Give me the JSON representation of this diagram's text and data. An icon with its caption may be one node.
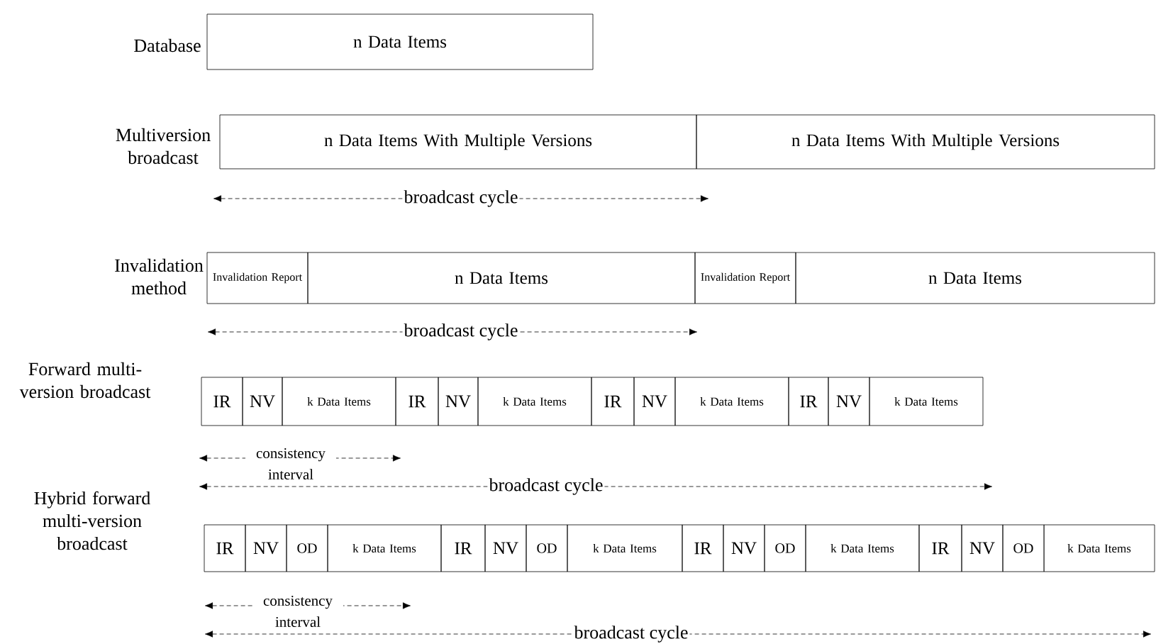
{
  "diagram": {
    "nodes": [
      {
        "text": [
          "n Data Items"
        ]
      },
      {
        "text": [
          "n Data Items With Multiple Versions"
        ]
      },
      {
        "text": [
          "n Data Items With Multiple Versions"
        ]
      },
      {
        "text": [
          "Invalidation Report"
        ]
      },
      {
        "text": [
          "n Data Items"
        ]
      },
      {
        "text": [
          "Invalidation Report"
        ]
      },
      {
        "text": [
          "n Data Items"
        ]
      },
      {
        "text": [
          "IR"
        ]
      },
      {
        "text": [
          "NV"
        ]
      },
      {
        "text": [
          "k Data Items"
        ]
      },
      {
        "text": [
          "IR"
        ]
      },
      {
        "text": [
          "NV"
        ]
      },
      {
        "text": [
          "k Data Items"
        ]
      },
      {
        "text": [
          "IR"
        ]
      },
      {
        "text": [
          "NV"
        ]
      },
      {
        "text": [
          "k Data Items"
        ]
      },
      {
        "text": [
          "IR"
        ]
      },
      {
        "text": [
          "NV"
        ]
      },
      {
        "text": [
          "k Data Items"
        ]
      },
      {
        "text": [
          "IR"
        ]
      },
      {
        "text": [
          "NV"
        ]
      },
      {
        "text": [
          "OD"
        ]
      },
      {
        "text": [
          "k Data Items"
        ]
      },
      {
        "text": [
          "IR"
        ]
      },
      {
        "text": [
          "NV"
        ]
      },
      {
        "text": [
          "OD"
        ]
      },
      {
        "text": [
          "k Data Items"
        ]
      },
      {
        "text": [
          "IR"
        ]
      },
      {
        "text": [
          "NV"
        ]
      },
      {
        "text": [
          "OD"
        ]
      },
      {
        "text": [
          "k Data Items"
        ]
      },
      {
        "text": [
          "IR"
        ]
      },
      {
        "text": [
          "NV"
        ]
      },
      {
        "text": [
          "OD"
        ]
      },
      {
        "text": [
          "k Data Items"
        ]
      }
    ],
    "labels": [
      "Database",
      "Multiversion broadcast",
      "broadcast cycle",
      "Invalidation method",
      "broadcast cycle",
      "Forward multi-version broadcast",
      "consistency interval",
      "broadcast cycle",
      "Hybrid forward multi-version broadcast",
      "consistency interval",
      "broadcast cycle"
    ]
  }
}
